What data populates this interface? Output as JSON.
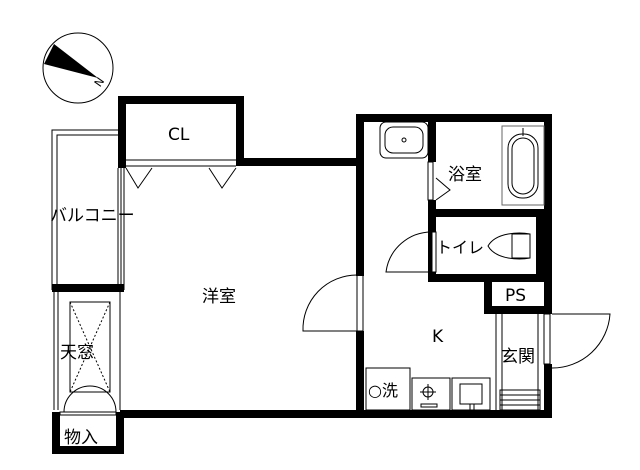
{
  "floor_plan": {
    "compass": {
      "label": "N"
    },
    "rooms": {
      "closet": "CL",
      "balcony": "バルコニー",
      "western_room": "洋室",
      "skylight": "天窓",
      "storage": "物入",
      "bathroom": "浴室",
      "toilet": "トイレ",
      "pipe_space": "PS",
      "kitchen": "K",
      "washer": "○洗",
      "entrance": "玄関"
    },
    "colors": {
      "wall": "#000000",
      "line": "#000000",
      "fixture": "#555555",
      "background": "#ffffff"
    }
  }
}
